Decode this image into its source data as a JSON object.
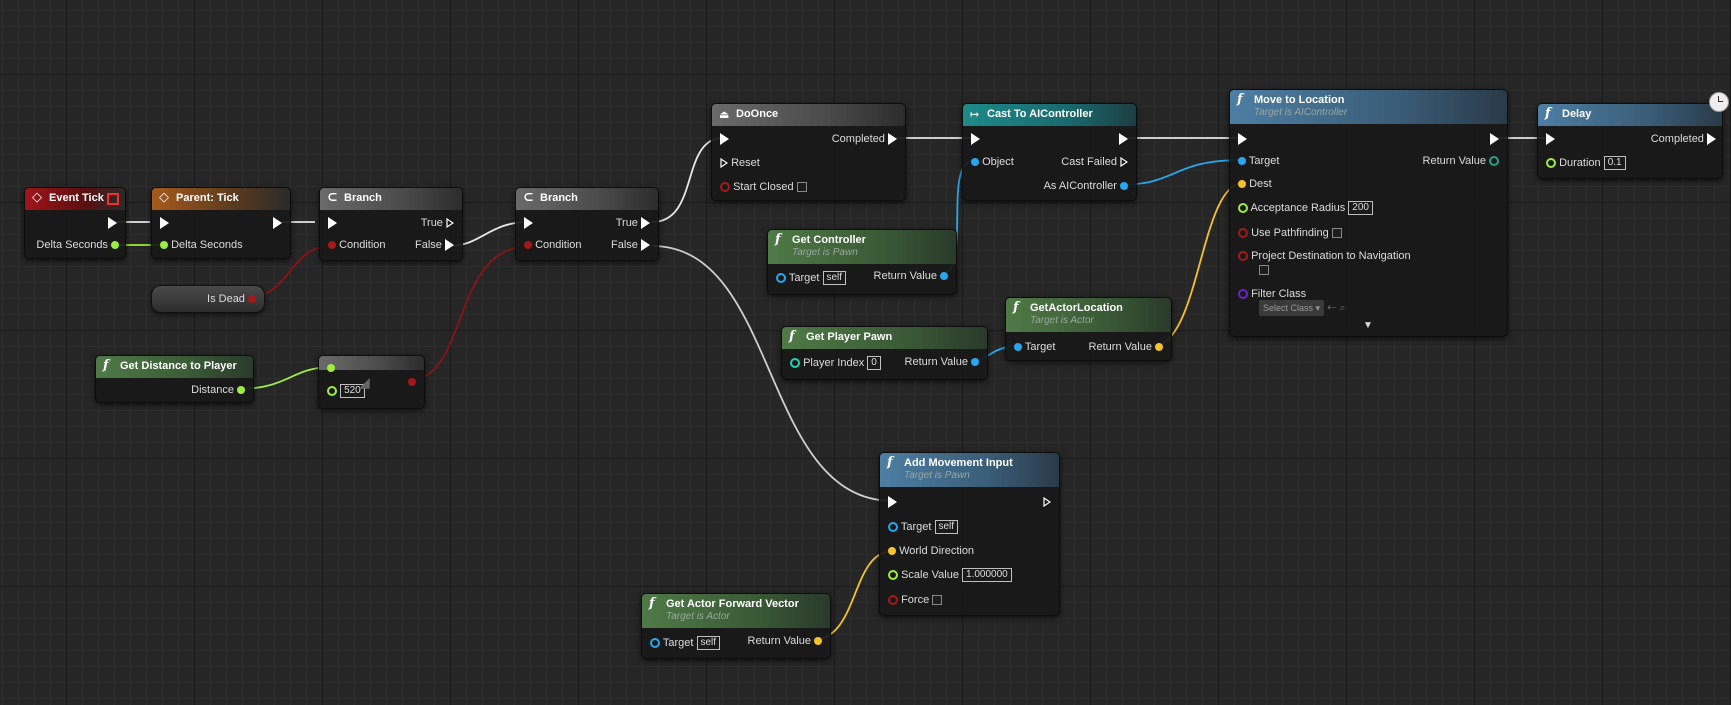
{
  "nodes": {
    "event_tick": {
      "title": "Event Tick",
      "delta": "Delta Seconds"
    },
    "parent_tick": {
      "title": "Parent: Tick",
      "delta": "Delta Seconds"
    },
    "branch1": {
      "title": "Branch",
      "true": "True",
      "false": "False",
      "condition": "Condition"
    },
    "branch2": {
      "title": "Branch",
      "true": "True",
      "false": "False",
      "condition": "Condition"
    },
    "is_dead": {
      "label": "Is Dead"
    },
    "get_distance": {
      "title": "Get Distance to Player",
      "distance": "Distance"
    },
    "compare": {
      "value": "520"
    },
    "do_once": {
      "title": "DoOnce",
      "completed": "Completed",
      "reset": "Reset",
      "start_closed": "Start Closed"
    },
    "cast": {
      "title": "Cast To AIController",
      "object": "Object",
      "cast_failed": "Cast Failed",
      "as_ai": "As AIController"
    },
    "get_controller": {
      "title": "Get Controller",
      "subtitle": "Target is Pawn",
      "target": "Target",
      "self": "self",
      "return": "Return Value"
    },
    "get_player_pawn": {
      "title": "Get Player Pawn",
      "player_index": "Player Index",
      "index_value": "0",
      "return": "Return Value"
    },
    "get_actor_location": {
      "title": "GetActorLocation",
      "subtitle": "Target is Actor",
      "target": "Target",
      "return": "Return Value"
    },
    "move_to": {
      "title": "Move to Location",
      "subtitle": "Target is AIController",
      "target": "Target",
      "return": "Return Value",
      "dest": "Dest",
      "accept": "Acceptance Radius",
      "accept_value": "200",
      "pathfinding": "Use Pathfinding",
      "project": "Project Destination to Navigation",
      "filter": "Filter Class",
      "filter_value": "Select Class"
    },
    "delay": {
      "title": "Delay",
      "completed": "Completed",
      "duration": "Duration",
      "duration_value": "0.1"
    },
    "add_movement": {
      "title": "Add Movement Input",
      "subtitle": "Target is Pawn",
      "target": "Target",
      "self": "self",
      "world_direction": "World Direction",
      "scale": "Scale Value",
      "scale_value": "1.000000",
      "force": "Force"
    },
    "forward_vector": {
      "title": "Get Actor Forward Vector",
      "subtitle": "Target is Actor",
      "target": "Target",
      "self": "self",
      "return": "Return Value"
    }
  },
  "colors": {
    "exec": "#ffffff",
    "float": "#9ded3d",
    "bool": "#a31919",
    "object": "#25a8f0",
    "vector": "#f7c12a",
    "int": "#21d4b0",
    "class": "#6a25c9"
  },
  "icons": {
    "event": "event-diamond-icon",
    "function": "function-f-icon",
    "branch": "branch-icon",
    "cast": "cast-icon",
    "clock": "clock-icon"
  }
}
